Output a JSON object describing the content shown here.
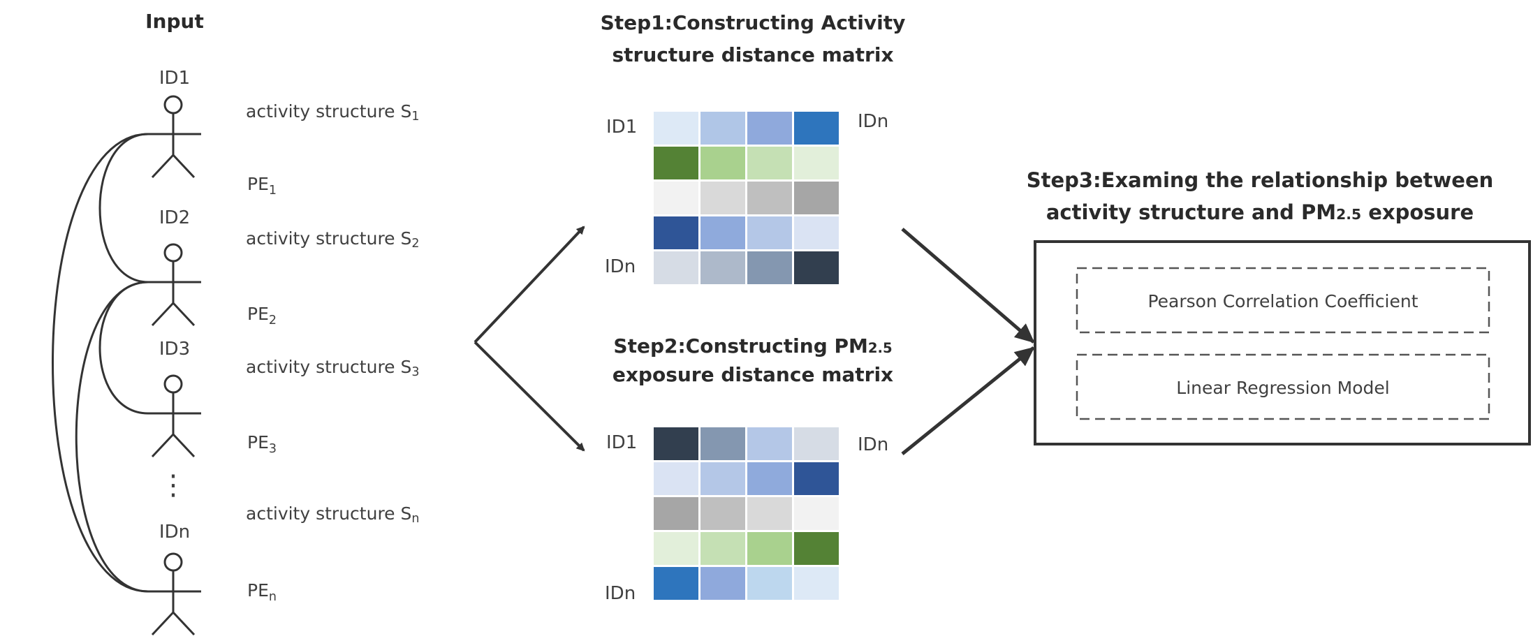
{
  "input_title": "Input",
  "people": [
    {
      "id": "ID1",
      "structure_prefix": "activity structure S",
      "structure_sub": "1",
      "pe_prefix": "PE",
      "pe_sub": "1"
    },
    {
      "id": "ID2",
      "structure_prefix": "activity structure S",
      "structure_sub": "2",
      "pe_prefix": "PE",
      "pe_sub": "2"
    },
    {
      "id": "ID3",
      "structure_prefix": "activity structure S",
      "structure_sub": "3",
      "pe_prefix": "PE",
      "pe_sub": "3"
    },
    {
      "id": "IDn",
      "structure_prefix": "activity structure S",
      "structure_sub": "n",
      "pe_prefix": "PE",
      "pe_sub": "n"
    }
  ],
  "ellipsis": "⋮",
  "step1": {
    "title_line1": "Step1:Constructing Activity",
    "title_line2": "structure distance matrix",
    "label_top_left": "ID1",
    "label_top_right": "IDn",
    "label_bottom_left": "IDn",
    "grid": [
      [
        "#dde9f6",
        "#b0c6e7",
        "#8fa9dc",
        "#2e75bd"
      ],
      [
        "#548235",
        "#a9d18e",
        "#c5e0b4",
        "#e2efda"
      ],
      [
        "#f2f2f2",
        "#d9d9d9",
        "#bfbfbf",
        "#a6a6a6"
      ],
      [
        "#2f5597",
        "#8faadc",
        "#b4c7e7",
        "#dae3f3"
      ],
      [
        "#d6dce5",
        "#adb9ca",
        "#8497b0",
        "#323f4f"
      ]
    ]
  },
  "step2": {
    "title_line1": "Step2:Constructing PM",
    "title_line1_sub": "2.5",
    "title_line2": "exposure distance matrix",
    "label_top_left": "ID1",
    "label_top_right": "IDn",
    "label_bottom_left": "IDn",
    "grid": [
      [
        "#323f4f",
        "#8497b0",
        "#b4c7e7",
        "#d6dce5"
      ],
      [
        "#dae3f3",
        "#b4c7e7",
        "#8faadc",
        "#2f5597"
      ],
      [
        "#a6a6a6",
        "#bfbfbf",
        "#d9d9d9",
        "#f2f2f2"
      ],
      [
        "#e2efda",
        "#c5e0b4",
        "#a9d18e",
        "#548235"
      ],
      [
        "#2e75bd",
        "#8fa9dc",
        "#bdd7ee",
        "#dde9f6"
      ]
    ]
  },
  "step3": {
    "title_line1": "Step3:Examing the relationship between",
    "title_line2_prefix": "activity structure and PM",
    "title_line2_sub": "2.5",
    "title_line2_suffix": " exposure",
    "methods": [
      "Pearson Correlation Coefficient",
      "Linear Regression Model"
    ]
  }
}
